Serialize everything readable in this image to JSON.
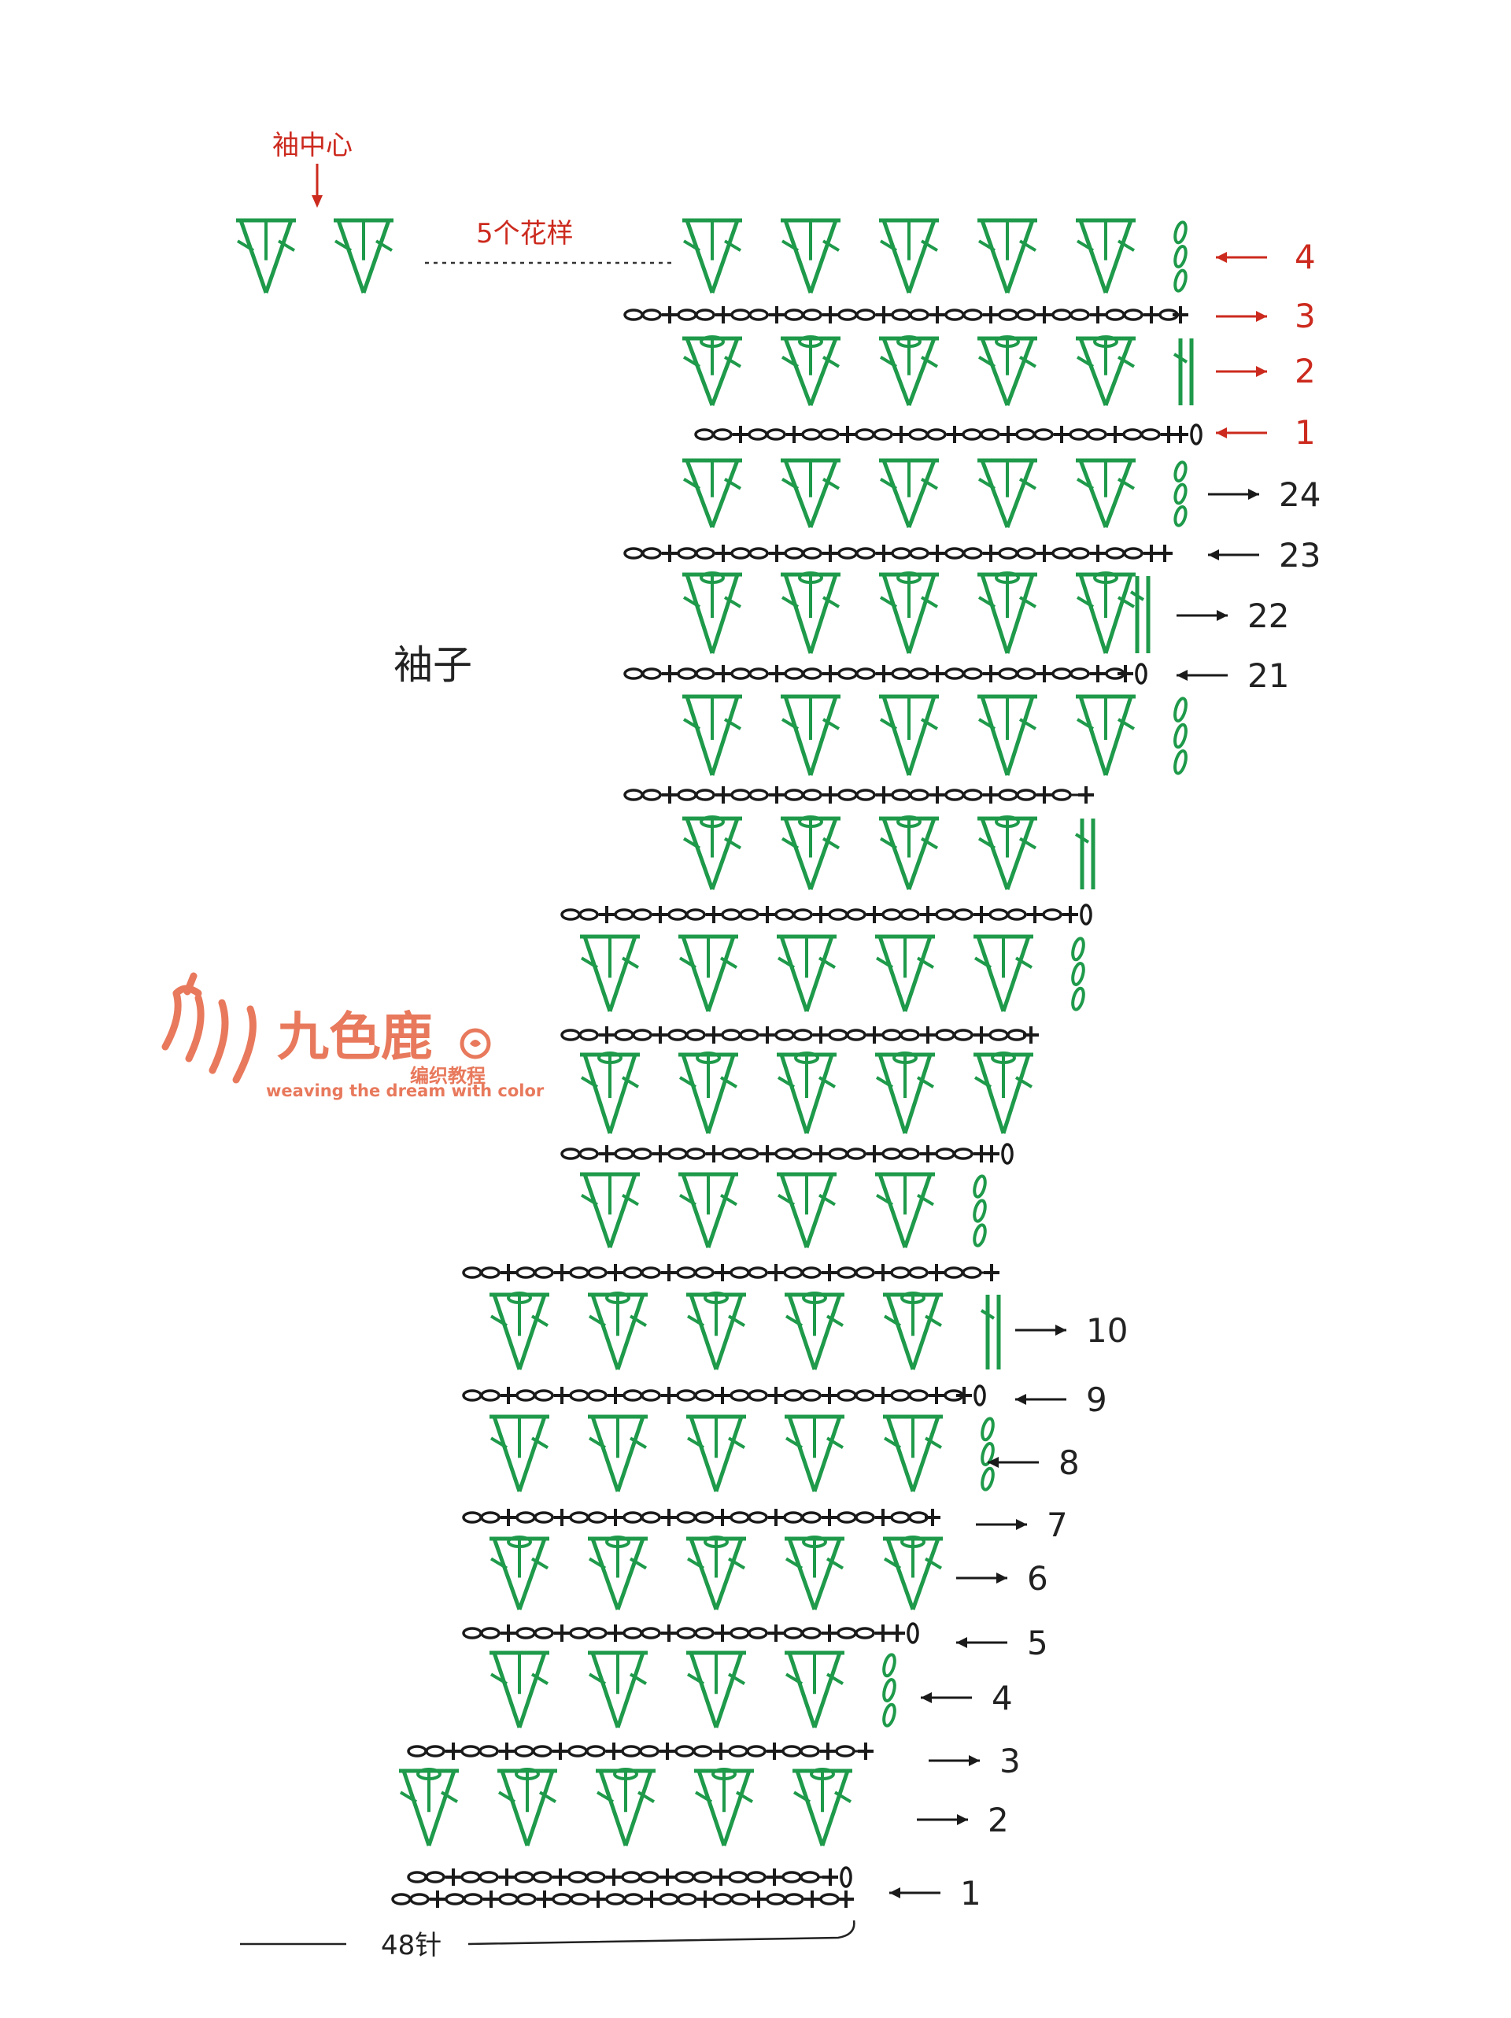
{
  "title": "袖子",
  "center_label": "袖中心",
  "repeat_label": "5个花样",
  "width_label": "48针",
  "watermark": {
    "brand": "九色鹿",
    "subtitle": "编织教程",
    "tagline": "weaving the dream with color"
  },
  "colors": {
    "stitch_green": "#1e9a4a",
    "chain_black": "#1a1a1a",
    "arrow_red": "#cc2a1e",
    "watermark": "#e8795c",
    "label_black": "#222222"
  },
  "upper_row_labels": [
    {
      "label": "4",
      "direction": "left"
    },
    {
      "label": "3",
      "direction": "right"
    },
    {
      "label": "2",
      "direction": "right"
    },
    {
      "label": "1",
      "direction": "left"
    }
  ],
  "row_labels": [
    {
      "label": "24",
      "direction": "right"
    },
    {
      "label": "23",
      "direction": "left"
    },
    {
      "label": "22",
      "direction": "right"
    },
    {
      "label": "21",
      "direction": "left"
    },
    {
      "label": "10",
      "direction": "right"
    },
    {
      "label": "9",
      "direction": "left"
    },
    {
      "label": "8",
      "direction": "left"
    },
    {
      "label": "7",
      "direction": "right"
    },
    {
      "label": "6",
      "direction": "right"
    },
    {
      "label": "5",
      "direction": "left"
    },
    {
      "label": "4",
      "direction": "left"
    },
    {
      "label": "3",
      "direction": "right"
    },
    {
      "label": "2",
      "direction": "right"
    },
    {
      "label": "1",
      "direction": "left"
    }
  ]
}
